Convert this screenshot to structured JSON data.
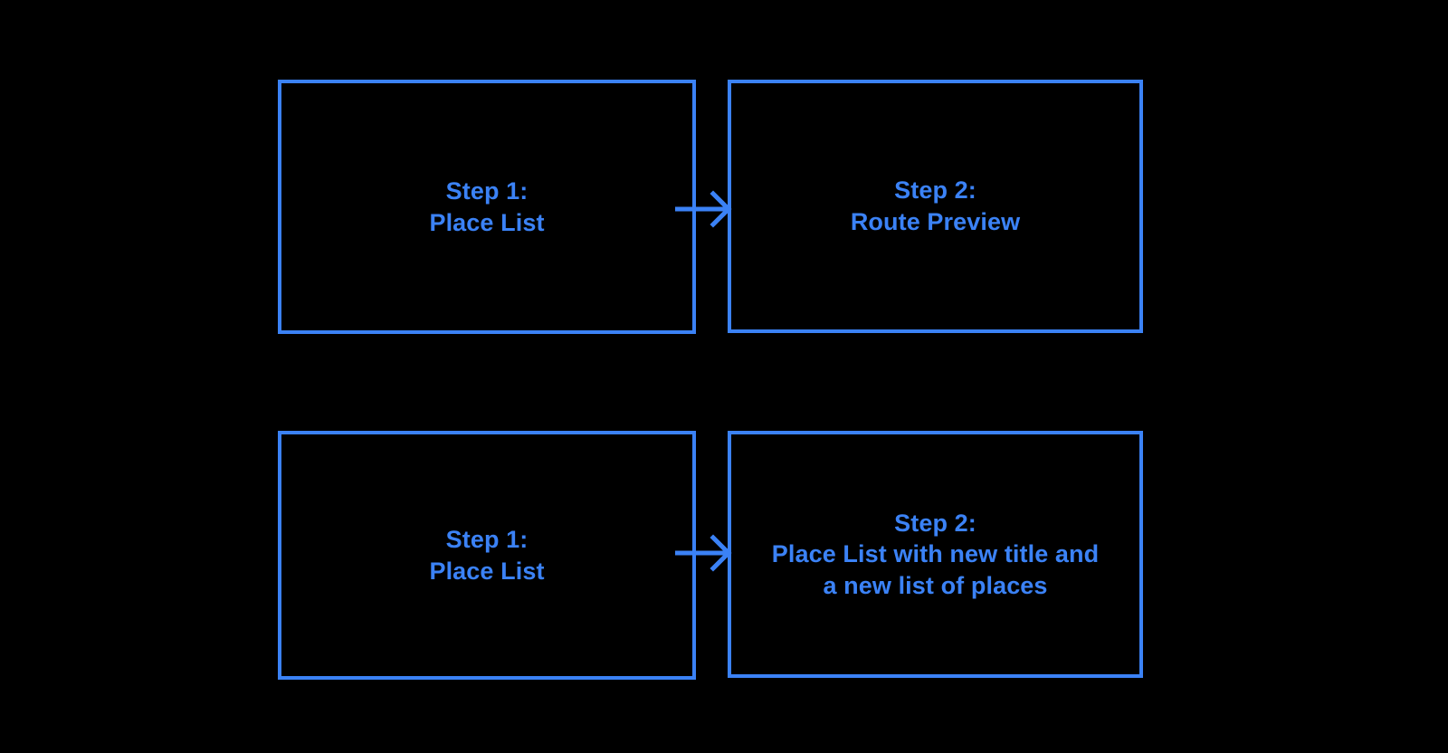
{
  "theme": {
    "background_color": "#000000",
    "accent_color": "#3b82f6",
    "text_color": "#3b82f6"
  },
  "diagram": {
    "type": "flow",
    "rows": [
      {
        "id": "row-1",
        "from": "Step 1:\nPlace List",
        "to": "Step 2:\nRoute Preview",
        "connector": "arrow-right"
      },
      {
        "id": "row-2",
        "from": "Step 1:\nPlace List",
        "to": "Step 2:\nPlace List with new title and\na new list of places",
        "connector": "arrow-right"
      }
    ],
    "nodes": {
      "step1_top": {
        "label": "Step 1:\nPlace List",
        "title": "Step 1:",
        "subtitle": "Place List"
      },
      "step2_top": {
        "label": "Step 2:\nRoute Preview",
        "title": "Step 2:",
        "subtitle": "Route Preview"
      },
      "step1_bottom": {
        "label": "Step 1:\nPlace List",
        "title": "Step 1:",
        "subtitle": "Place List"
      },
      "step2_bottom": {
        "label": "Step 2:\nPlace List with new title and\na new list of places",
        "title": "Step 2:",
        "subtitle": "Place List with new title and a new list of places"
      }
    },
    "connectors": {
      "top": {
        "icon": "arrow-right-icon",
        "direction": "right"
      },
      "bottom": {
        "icon": "arrow-right-icon",
        "direction": "right"
      }
    }
  }
}
